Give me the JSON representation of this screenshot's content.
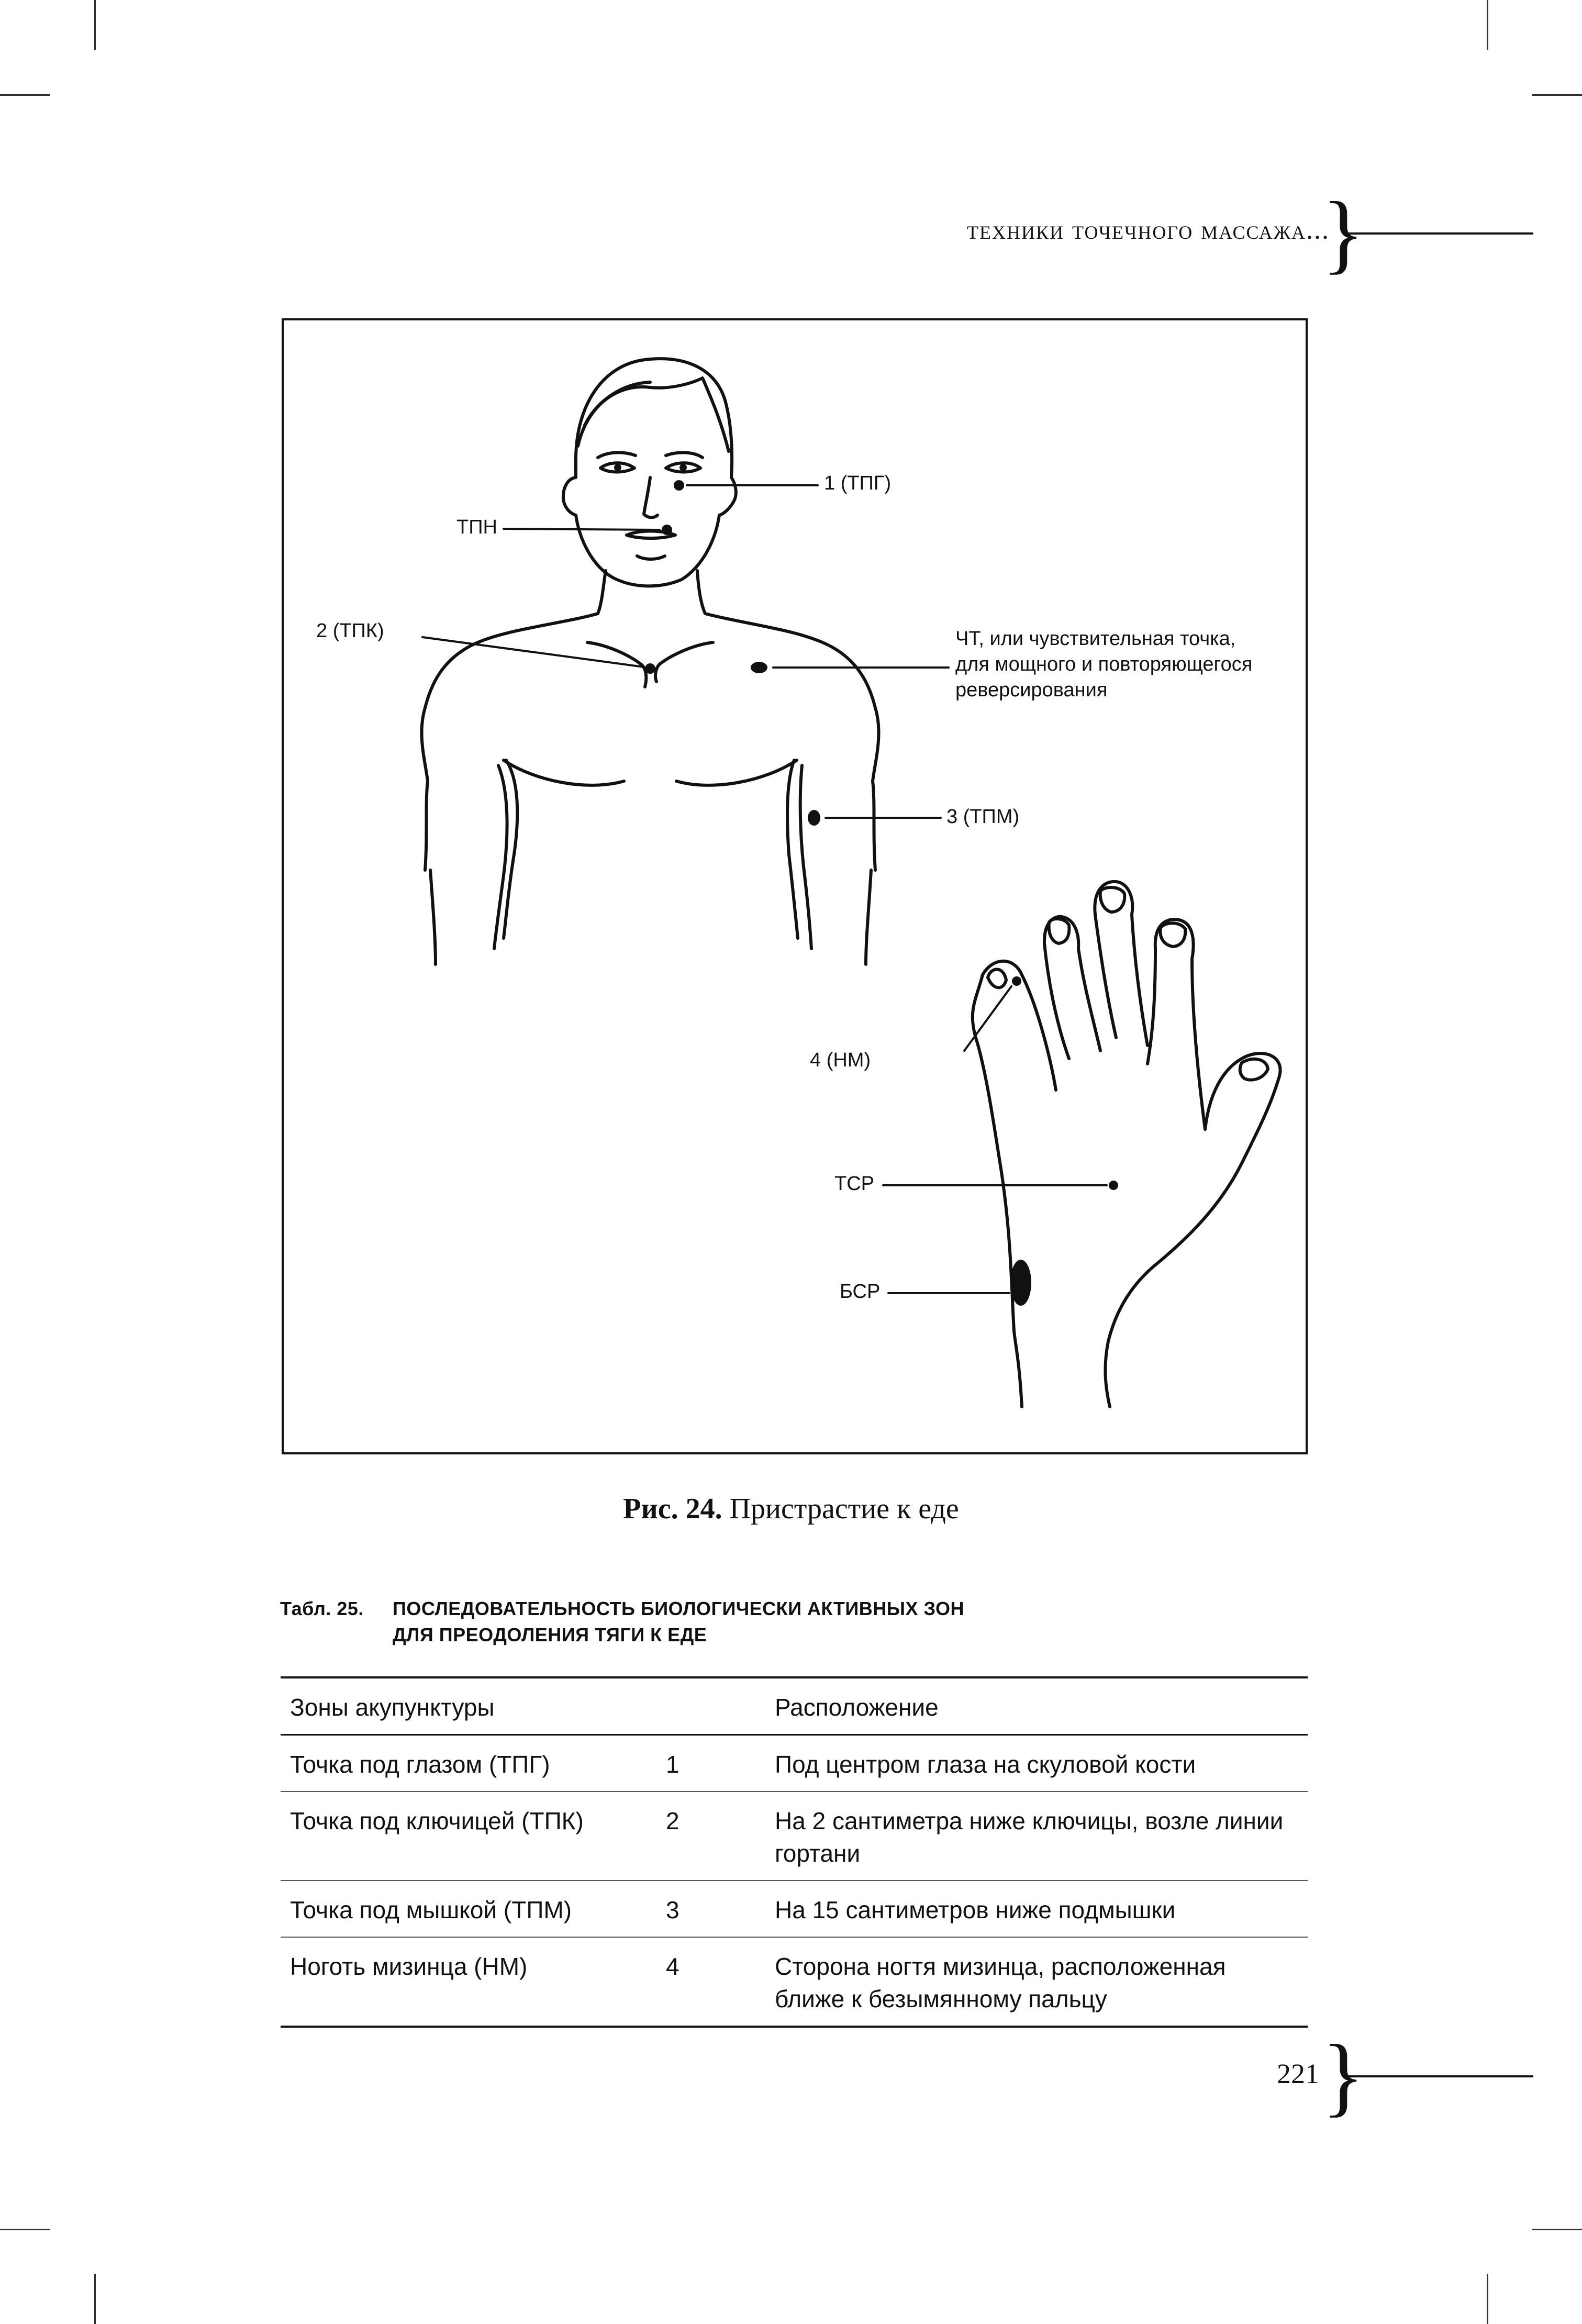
{
  "running_head": "техники точечного массажа...",
  "figure": {
    "labels": {
      "tpg": "1 (ТПГ)",
      "tpn": "ТПН",
      "tpk": "2 (ТПК)",
      "cht_line1": "ЧТ, или чувствительная точка,",
      "cht_line2": "для мощного и повторяющегося",
      "cht_line3": "реверсирования",
      "tpm": "3 (ТПМ)",
      "nm": "4 (НМ)",
      "tsr": "ТСР",
      "bsr": "БСР"
    },
    "caption_bold": "Рис. 24.",
    "caption_text": "Пристрастие к еде"
  },
  "table": {
    "title_prefix": "Табл. 25.",
    "title_line1": "ПОСЛЕДОВАТЕЛЬНОСТЬ БИОЛОГИЧЕСКИ АКТИВНЫХ ЗОН",
    "title_line2": "ДЛЯ ПРЕОДОЛЕНИЯ ТЯГИ К ЕДЕ",
    "headers": [
      "Зоны акупунктуры",
      "",
      "Расположение"
    ],
    "rows": [
      [
        "Точка под глазом (ТПГ)",
        "1",
        "Под центром глаза на скуловой кости"
      ],
      [
        "Точка под ключицей (ТПК)",
        "2",
        "На 2 сантиметра ниже ключицы, возле линии гортани"
      ],
      [
        "Точка под мышкой (ТПМ)",
        "3",
        "На 15 сантиметров ниже подмышки"
      ],
      [
        "Ноготь мизинца (НМ)",
        "4",
        "Сторона ногтя мизинца, расположенная ближе к безымянному пальцу"
      ]
    ]
  },
  "page_number": "221"
}
